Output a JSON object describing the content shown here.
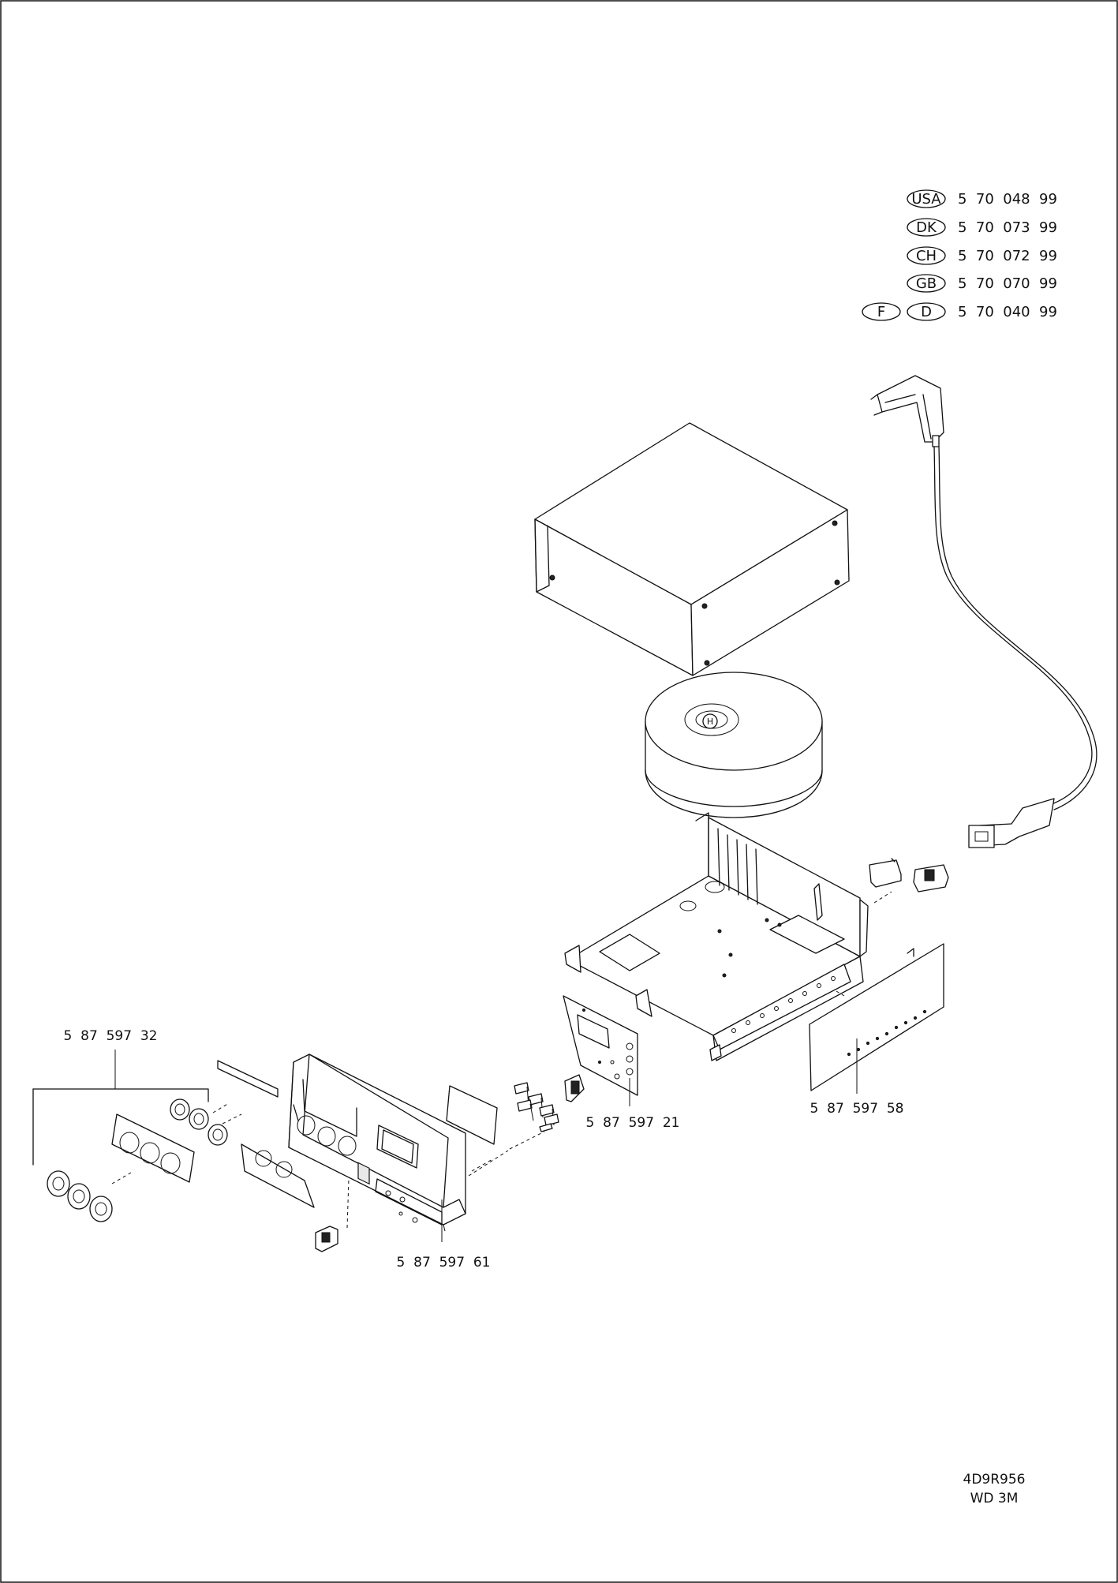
{
  "variants": [
    {
      "country_codes": [
        "USA"
      ],
      "part_number": "5  70  048  99"
    },
    {
      "country_codes": [
        "DK"
      ],
      "part_number": "5  70  073  99"
    },
    {
      "country_codes": [
        "CH"
      ],
      "part_number": "5  70  072  99"
    },
    {
      "country_codes": [
        "GB"
      ],
      "part_number": "5  70  070  99"
    },
    {
      "country_codes": [
        "F",
        "D"
      ],
      "part_number": "5  70  040  99"
    }
  ],
  "transformer_marker": "H",
  "callouts": {
    "knob_set": "5  87  597  32",
    "front_panel": "5  87  597  61",
    "control_pcb": "5  87  597  21",
    "rear_panel": "5  87  597  58"
  },
  "drawing_id": "4D9R956",
  "model": "WD 3M"
}
